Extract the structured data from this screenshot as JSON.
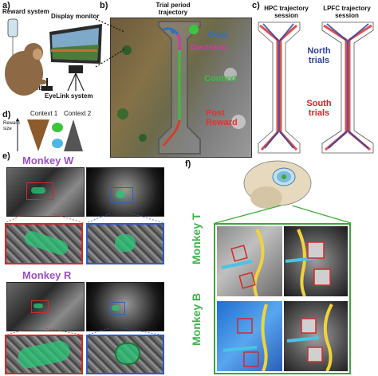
{
  "panels": {
    "a": {
      "letter": "a)",
      "reward_system": "Reward system",
      "display_monitor": "Display monitor",
      "joystick": "Joystick",
      "eyelink": "EyeLink system"
    },
    "b": {
      "letter": "b)",
      "title": "Trial period\ntrajectory",
      "goal": "Goal",
      "decision": "Decision",
      "context": "Context",
      "post_reward": "Post\nReward"
    },
    "c": {
      "letter": "c)",
      "hpc_title": "HPC trajectory\nsession",
      "lpfc_title": "LPFC trajectory\nsession",
      "north": "North\ntrials",
      "south": "South\ntrials"
    },
    "d": {
      "letter": "d)",
      "context1": "Context 1",
      "context2": "Context 2",
      "reward_size": "Reward\nsize"
    },
    "e": {
      "letter": "e)",
      "monkey_w": "Monkey W",
      "monkey_r": "Monkey R"
    },
    "f": {
      "letter": "f)",
      "monkey_t": "Monkey T",
      "monkey_b": "Monkey B"
    }
  },
  "colors": {
    "purple": "#9a4fc2",
    "green_label": "#3cb54a",
    "goal": "#2f6fc4",
    "decision": "#d23aa6",
    "context": "#39c13c",
    "reward": "#e0352b",
    "north": "#2a3f9a",
    "south": "#d42426",
    "red_box": "#d32a2a",
    "blue_box": "#2f5cc6",
    "frame_green": "#3aa935"
  }
}
